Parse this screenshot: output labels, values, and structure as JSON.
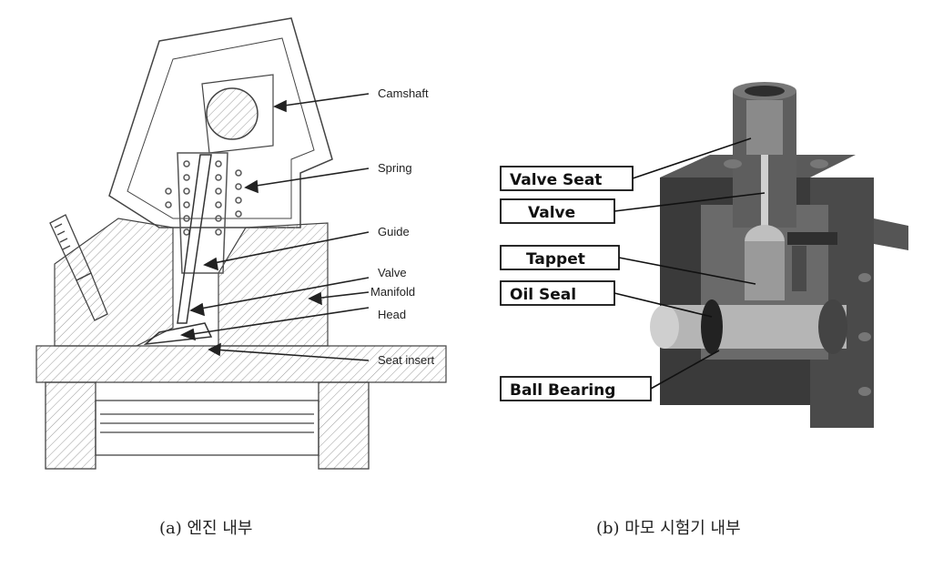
{
  "panel_a": {
    "labels": {
      "camshaft": "Camshaft",
      "spring": "Spring",
      "guide": "Guide",
      "valve": "Valve",
      "manifold": "Manifold",
      "head": "Head",
      "seat_insert": "Seat insert"
    },
    "caption": "(a) 엔진 내부"
  },
  "panel_b": {
    "labels": {
      "valve_seat": "Valve Seat",
      "valve": "Valve",
      "tappet": "Tappet",
      "oil_seal": "Oil Seal",
      "ball_bearing": "Ball Bearing"
    },
    "caption": "(b) 마모 시험기 내부"
  },
  "colors": {
    "line_art": "#444444",
    "solid_body": "#3a3a3a",
    "label_border": "#111111"
  }
}
